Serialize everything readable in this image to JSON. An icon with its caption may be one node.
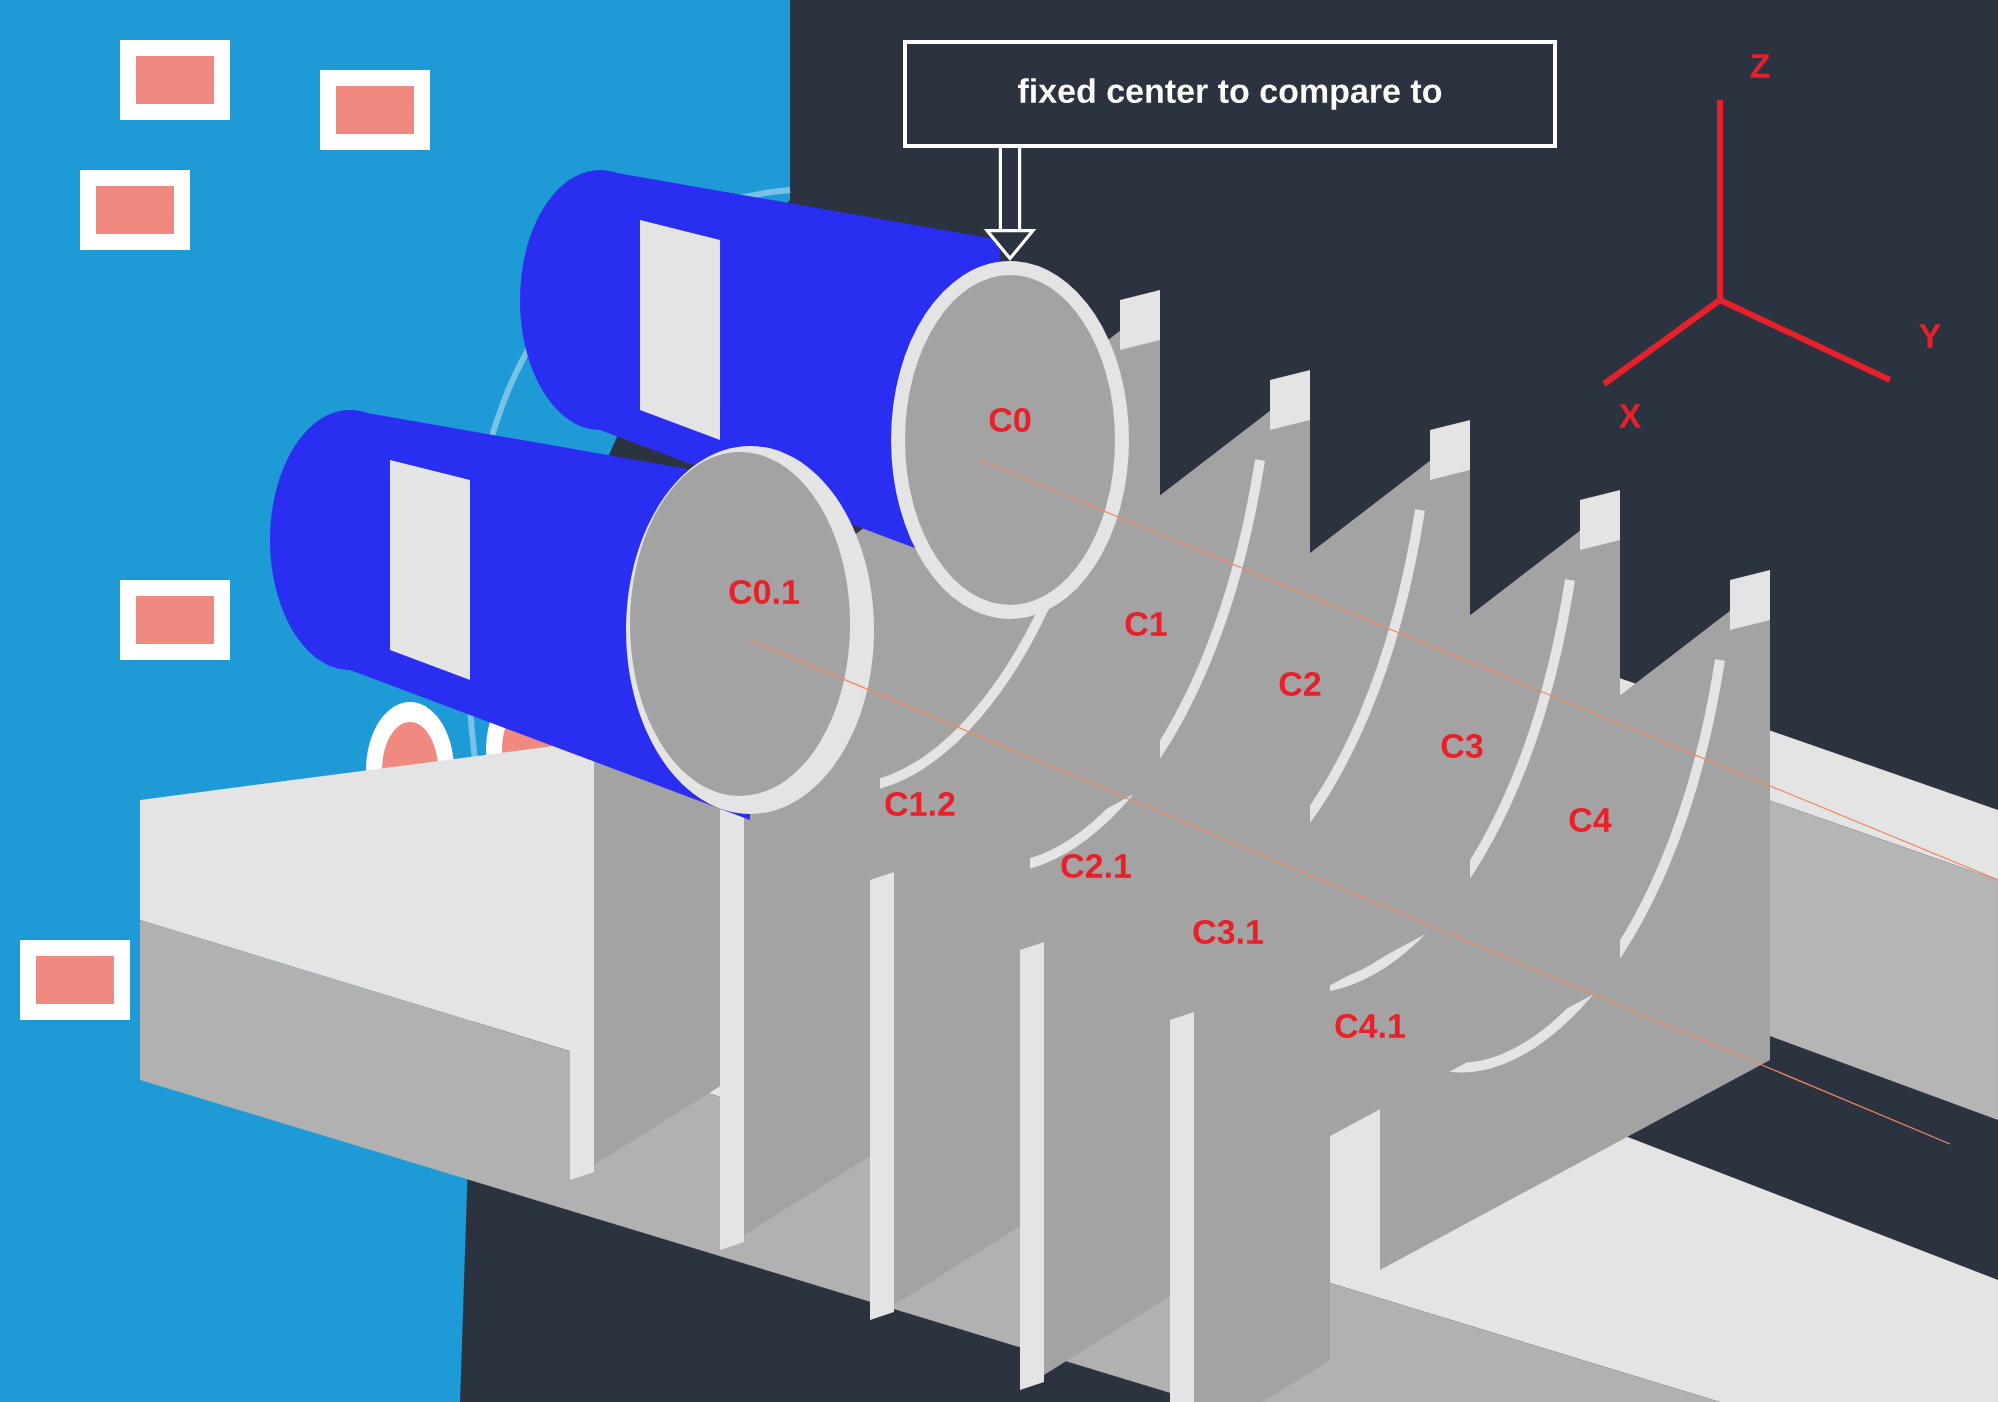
{
  "diagram": {
    "nodes": [
      {
        "text": [
          "fixed center to compare to"
        ]
      },
      {
        "text": [],
        "shape": "circle"
      }
    ],
    "edges": [
      {
        "from": 0,
        "to": 1,
        "arrow": "to"
      }
    ],
    "labels": [
      "C0",
      "C0.1",
      "C1",
      "C2",
      "C3",
      "C4",
      "C1.2",
      "C2.1",
      "C3.1",
      "C4.1",
      "Z",
      "Y",
      "X"
    ]
  }
}
